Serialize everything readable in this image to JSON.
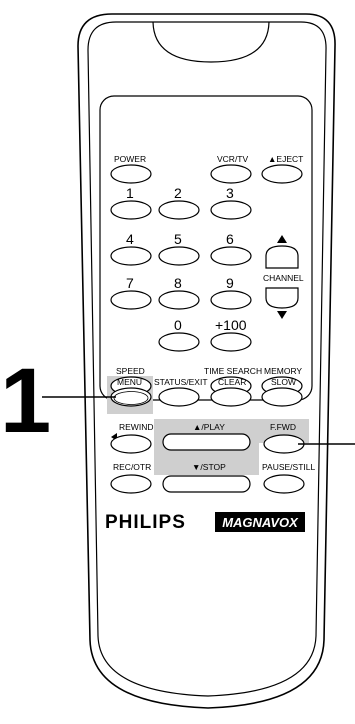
{
  "step_number": "1",
  "brand": {
    "philips": "PHILIPS",
    "magnavox": "MAGNAVOX"
  },
  "buttons": {
    "power": "POWER",
    "vcr_tv": "VCR/TV",
    "eject": "▲EJECT",
    "digit_1": "1",
    "digit_2": "2",
    "digit_3": "3",
    "digit_4": "4",
    "digit_5": "5",
    "digit_6": "6",
    "digit_7": "7",
    "digit_8": "8",
    "digit_9": "9",
    "digit_0": "0",
    "plus_100": "+100",
    "channel": "CHANNEL",
    "speed": "SPEED",
    "time_search": "TIME SEARCH",
    "memory": "MEMORY",
    "menu": "MENU",
    "status_exit": "STATUS/EXIT",
    "clear": "CLEAR",
    "slow": "SLOW",
    "rewind": "REWIND",
    "play": "▲/PLAY",
    "ffwd": "F.FWD",
    "rec_otr": "REC/OTR",
    "stop": "▼/STOP",
    "pause_still": "PAUSE/STILL"
  },
  "highlight_color": "#cfcfcf"
}
